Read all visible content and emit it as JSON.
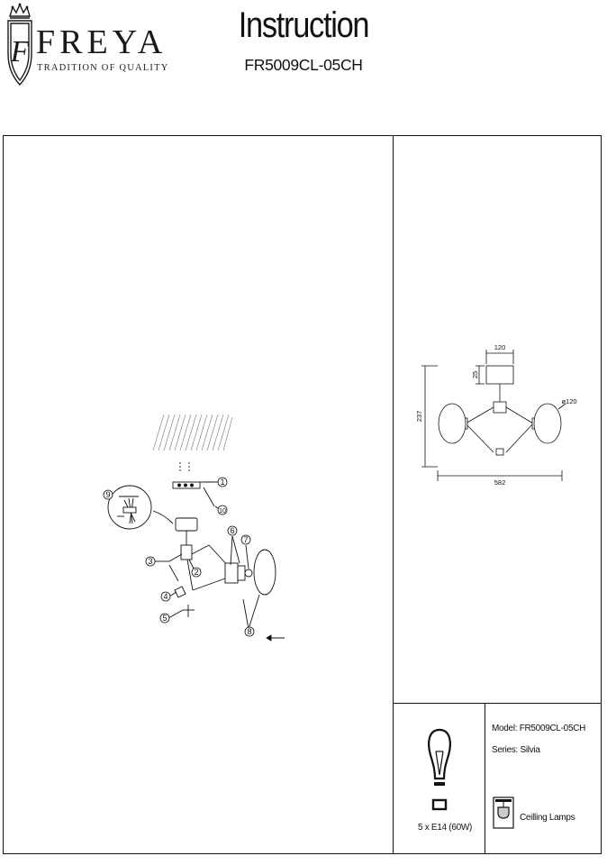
{
  "header": {
    "brand": "FREYA",
    "tagline": "TRADITION OF QUALITY",
    "title": "Instruction",
    "model_code": "FR5009CL-05CH"
  },
  "dimensions": {
    "top_width": "120",
    "top_height": "25",
    "total_height": "237",
    "total_width": "582",
    "shade_diameter": "ø120"
  },
  "callouts": [
    "1",
    "2",
    "3",
    "4",
    "5",
    "6",
    "7",
    "8",
    "9",
    "10"
  ],
  "info": {
    "model": "Model: FR5009CL-05CH",
    "series": "Series: Silvia",
    "lamp": "5 x E14 (60W)",
    "category": "Ceilling Lamps"
  },
  "icons": {
    "logo": "crest-logo-icon",
    "bulb": "light-bulb-icon",
    "ceiling": "ceiling-lamp-icon"
  }
}
